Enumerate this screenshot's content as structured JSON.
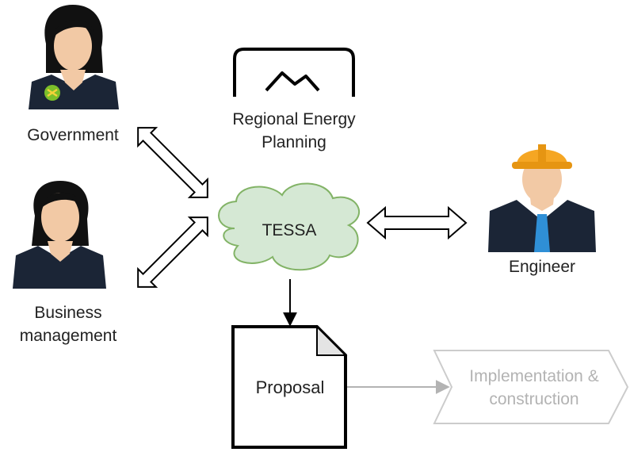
{
  "actors": {
    "government": {
      "label": "Government"
    },
    "business": {
      "label_line1": "Business",
      "label_line2": "management"
    },
    "engineer": {
      "label": "Engineer"
    }
  },
  "nodes": {
    "planning": {
      "label_line1": "Regional Energy",
      "label_line2": "Planning"
    },
    "tessa": {
      "label": "TESSA"
    },
    "proposal": {
      "label": "Proposal"
    },
    "implementation": {
      "label_line1": "Implementation &",
      "label_line2": "construction"
    }
  },
  "colors": {
    "cloud_fill": "#d5e8d4",
    "cloud_stroke": "#82b366",
    "line": "#000000",
    "faded": "#b3b3b3",
    "suit": "#1b2536",
    "skin": "#f2c9a5",
    "hair": "#111111",
    "helmet": "#f5a623",
    "tie": "#2f8fd6",
    "badge": "#7cbf2a"
  }
}
